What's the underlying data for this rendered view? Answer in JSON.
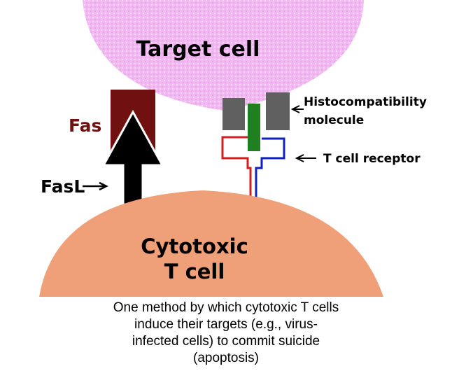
{
  "labels": {
    "target_cell": "Target cell",
    "fas": "Fas",
    "fasl": "FasL",
    "histocompatibility_line1": "Histocompatibility",
    "histocompatibility_line2": "molecule",
    "t_cell_receptor": "T cell receptor",
    "cytotoxic_line1": "Cytotoxic",
    "cytotoxic_line2": "T cell"
  },
  "caption": {
    "line1": "One method by which cytotoxic T cells",
    "line2": "induce their targets (e.g., virus-",
    "line3": "infected cells) to commit suicide",
    "line4": "(apoptosis)"
  },
  "colors": {
    "target_cell": "#f0b0f0",
    "cytotoxic_cell": "#f0a078",
    "fas": "#701010",
    "mhc": "#606060",
    "peptide": "#208020",
    "tcr_red": "#d02020",
    "tcr_blue": "#1020c0"
  }
}
